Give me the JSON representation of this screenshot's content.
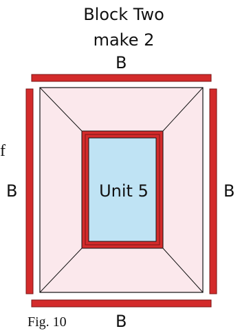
{
  "title": {
    "line1": "Block Two",
    "line2": "make 2"
  },
  "strip_labels": {
    "top": "B",
    "left": "B",
    "right": "B",
    "bottom": "B"
  },
  "center_label": "Unit 5",
  "figure_caption": "Fig. 10",
  "left_text_fragment": "f",
  "colors": {
    "strip": "#d32b2b",
    "border_fill": "#fbe8ec",
    "center_fill": "#bfe3f4",
    "outline": "#111111"
  }
}
